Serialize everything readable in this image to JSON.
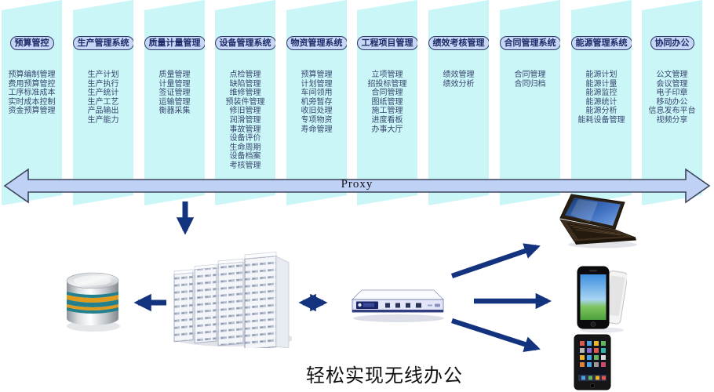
{
  "columns": [
    {
      "title": "预算管控",
      "items": [
        "预算编制管理",
        "费用预算管控",
        "工序标准成本",
        "实时成本控制",
        "资金预算管理"
      ]
    },
    {
      "title": "生产管理系统",
      "items": [
        "生产计划",
        "生产执行",
        "生产统计",
        "生产工艺",
        "产品输出",
        "生产能力"
      ]
    },
    {
      "title": "质量计量管理",
      "items": [
        "质量管理",
        "计量管理",
        "签证管理",
        "运输管理",
        "衡器采集"
      ]
    },
    {
      "title": "设备管理系统",
      "items": [
        "点检管理",
        "缺陷管理",
        "维修管理",
        "预装件管理",
        "修旧管理",
        "润滑管理",
        "事故管理",
        "设备评价",
        "生命周期",
        "设备档案",
        "考核管理"
      ]
    },
    {
      "title": "物资管理系统",
      "items": [
        "预算管理",
        "计划管理",
        "车间领用",
        "机旁暂存",
        "收旧处理",
        "专项物资",
        "寿命管理"
      ]
    },
    {
      "title": "工程项目管理",
      "items": [
        "立项管理",
        "招投标管理",
        "合同管理",
        "图纸管理",
        "施工管理",
        "进度看板",
        "办事大厅"
      ]
    },
    {
      "title": "绩效考核管理",
      "items": [
        "绩效管理",
        "绩效分析"
      ]
    },
    {
      "title": "合同管理系统",
      "items": [
        "合同管理",
        "合同归档"
      ]
    },
    {
      "title": "能源管理系统",
      "items": [
        "能源计划",
        "能源计量",
        "能源监控",
        "能源统计",
        "能源分析",
        "能耗设备管理"
      ]
    },
    {
      "title": "协同办公",
      "items": [
        "公文管理",
        "会议管理",
        "电子印章",
        "移动办公",
        "信息发布平台",
        "视频分享"
      ]
    }
  ],
  "proxy": {
    "label": "Proxy"
  },
  "caption": "轻松实现无线办公",
  "icons": {
    "database": "database-cylinder-icon",
    "servers": "server-rack-cluster-icon",
    "router": "router-appliance-icon",
    "laptop": "laptop-icon",
    "smartphone": "smartphone-icon",
    "tablet": "tablet-icon"
  },
  "colors": {
    "band": "#cbf6f8",
    "pill_fill": "#c6d6f6",
    "pill_border": "#2a3765",
    "pill_text": "#1c2a66",
    "item_text": "#37466e",
    "proxy_fill": "#c0d1f6",
    "proxy_border": "#3d455c",
    "arrow_navy": "#14337e",
    "db_stripe_orange": "#e09a1e",
    "db_stripe_teal": "#23818f",
    "caption_text": "#111111"
  }
}
